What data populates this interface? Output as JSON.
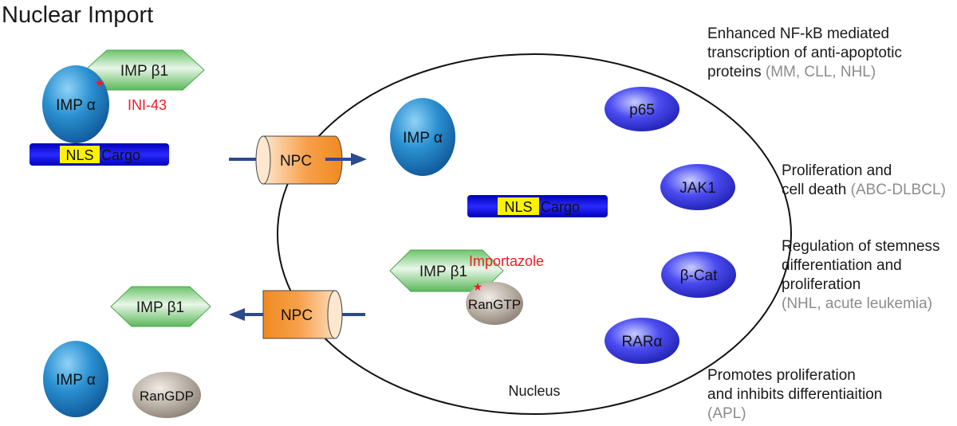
{
  "title": "Nuclear Import",
  "labels": {
    "imp_beta1": "IMP β1",
    "imp_alpha": "IMP α",
    "nls": "NLS",
    "cargo": "Cargo",
    "npc": "NPC",
    "nucleus": "Nucleus",
    "rangtp": "RanGTP",
    "rangdp": "RanGDP",
    "p65": "p65",
    "jak1": "JAK1",
    "beta_cat": "β-Cat",
    "rar_alpha": "RARα"
  },
  "inhibitors": {
    "ini43": "INI-43",
    "importazole": "Importazole"
  },
  "effects": {
    "p65": {
      "line1": "Enhanced NF-kB mediated",
      "line2": "transcription of anti-apoptotic",
      "line3": "proteins",
      "diseases": "(MM, CLL, NHL)"
    },
    "jak1": {
      "line1": "Proliferation and",
      "line2": "cell death",
      "diseases": "(ABC-DLBCL)"
    },
    "bcat": {
      "line1": "Regulation of stemness",
      "line2": "differentiation and",
      "line3": "proliferation",
      "diseases": "(NHL, acute leukemia)"
    },
    "rar": {
      "line1": "Promotes proliferation",
      "line2": "and inhibits differentiaition",
      "diseases": "(APL)"
    }
  },
  "colors": {
    "inhibitor_red": "#ee1c24",
    "disease_gray": "#8c8c8c",
    "cargo_blue": "#1212e6",
    "nls_yellow": "#fff200",
    "arrow_blue": "#2e4a8c"
  }
}
